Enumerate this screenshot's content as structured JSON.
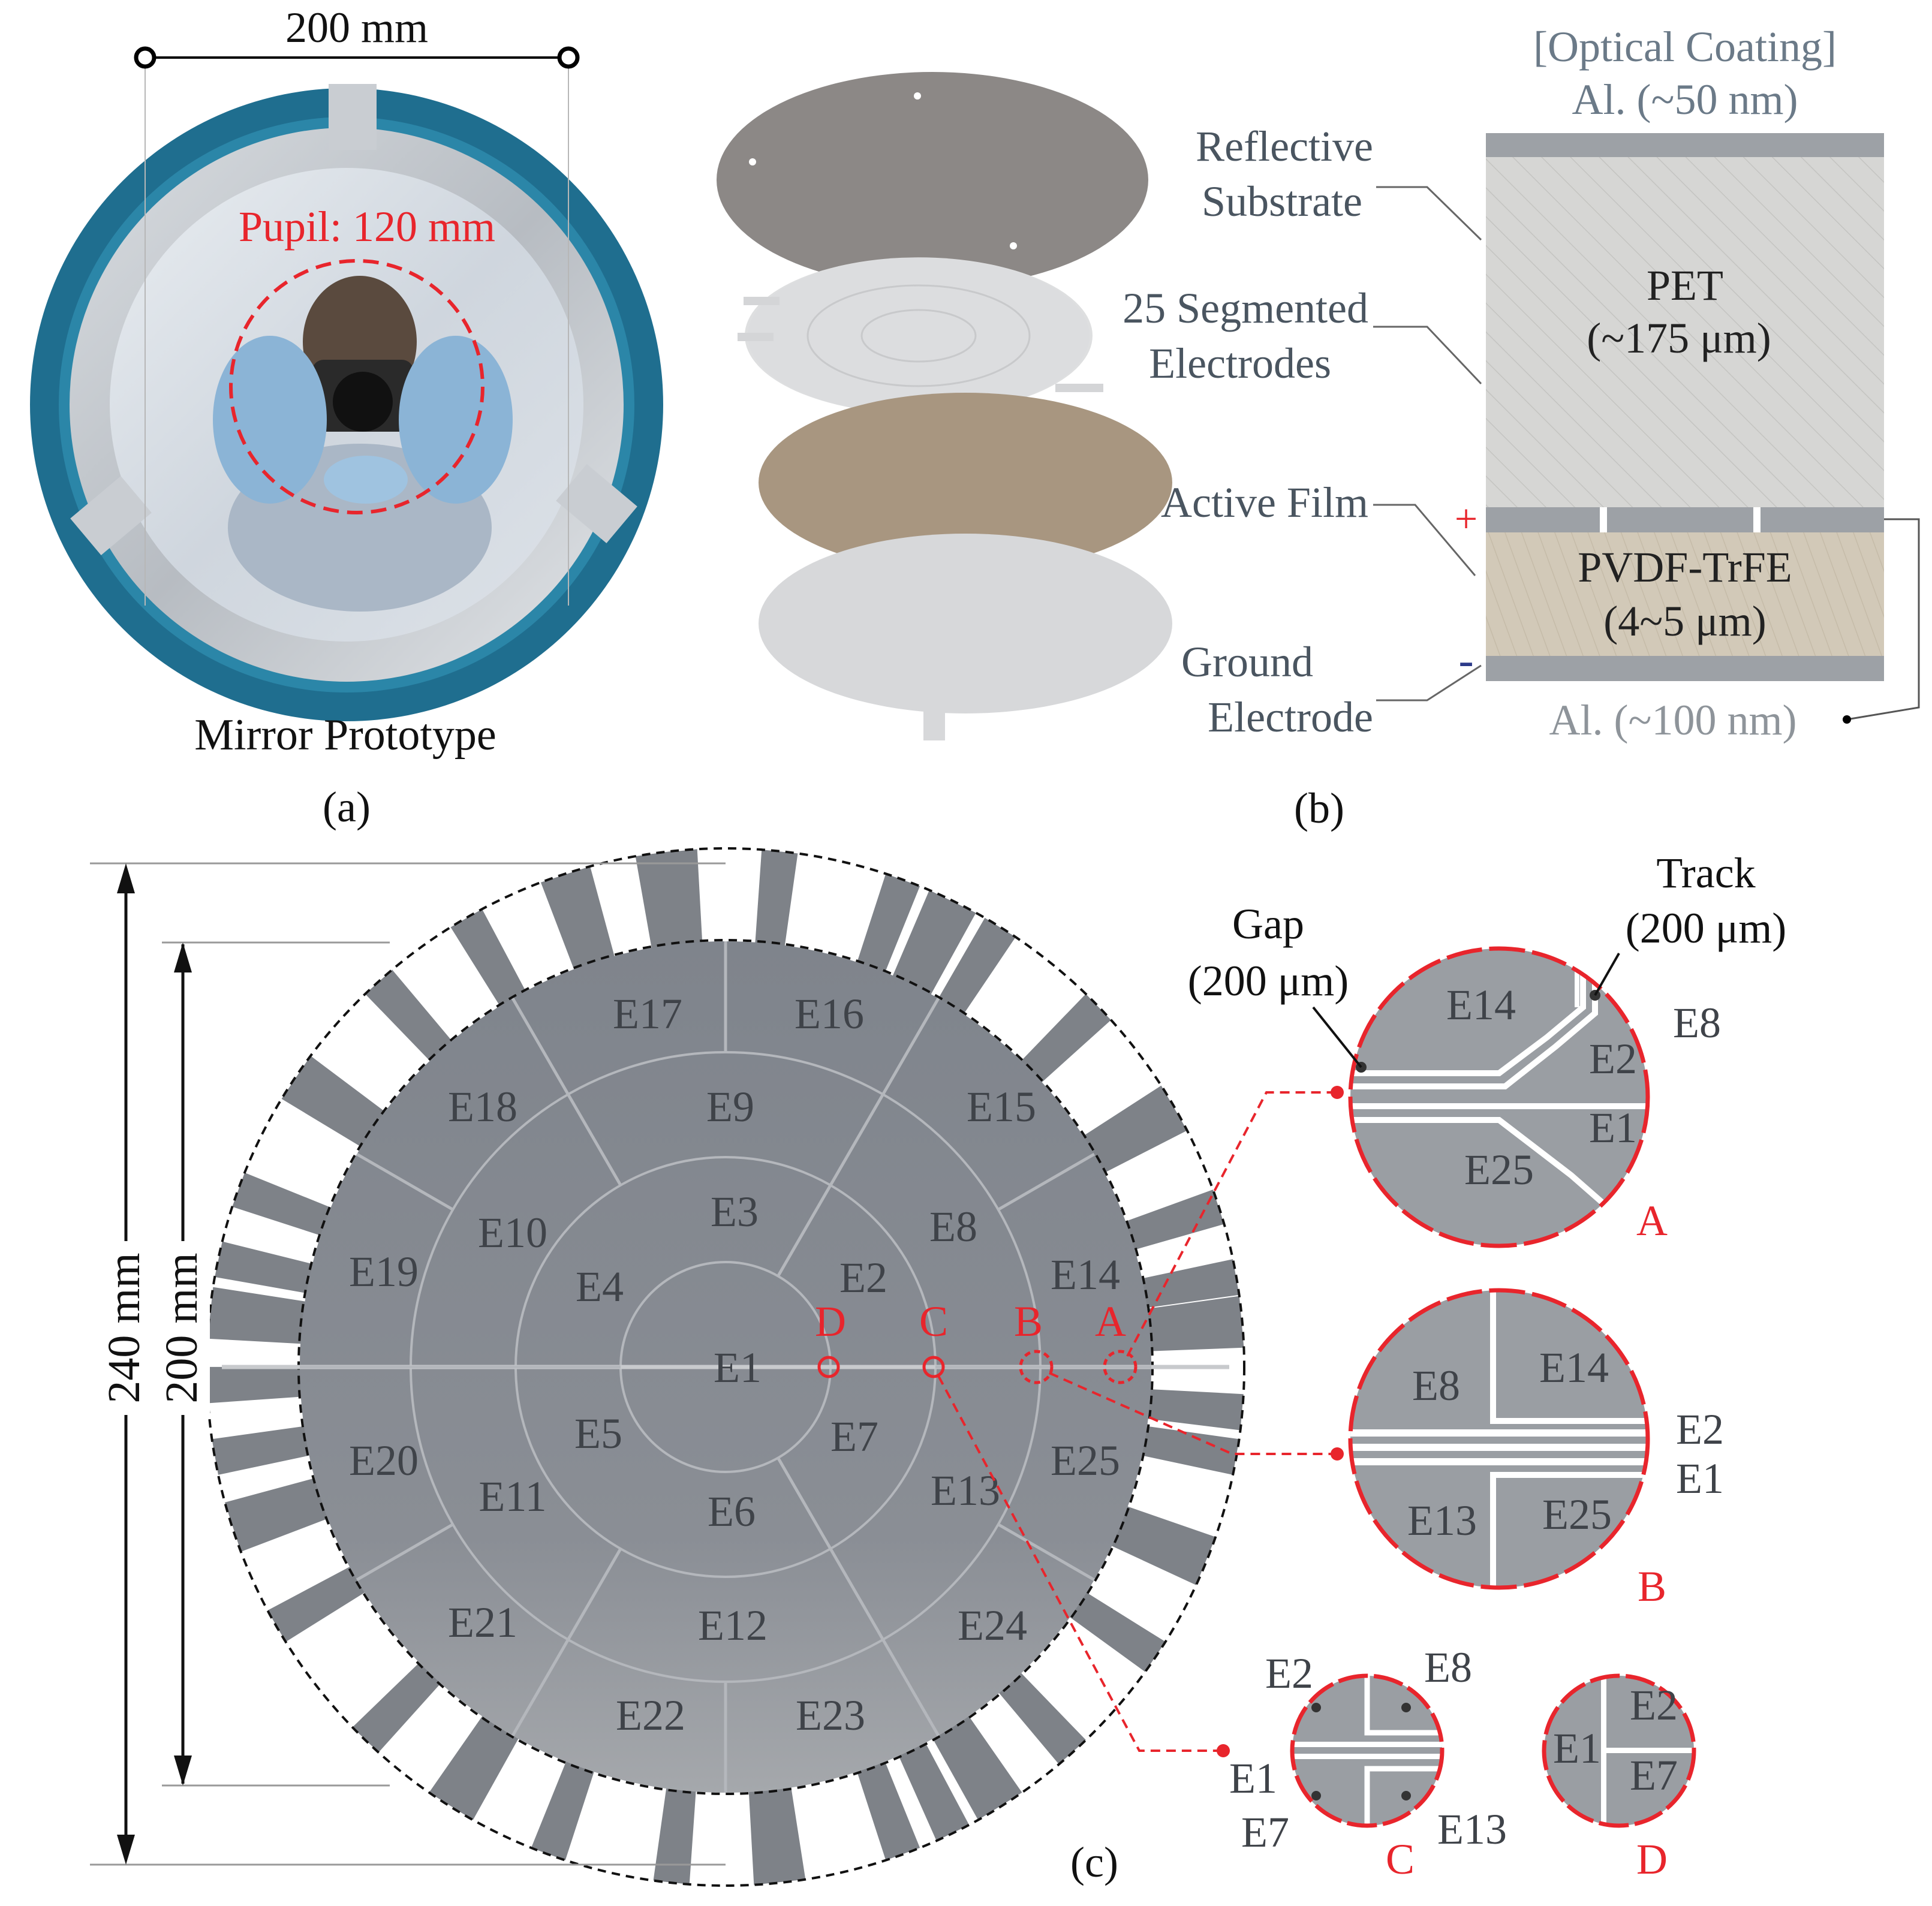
{
  "panel_a": {
    "dimension_label": "200 mm",
    "pupil_label": "Pupil: 120 mm",
    "caption": "Mirror Prototype",
    "sublabel": "(a)"
  },
  "panel_b": {
    "optical_coating": "[Optical Coating]",
    "al_top": "Al. (~50 nm)",
    "reflective_line1": "Reflective",
    "reflective_line2": "Substrate",
    "segmented_line1": "25 Segmented",
    "segmented_line2": "Electrodes",
    "active_film": "Active Film",
    "ground_line1": "Ground",
    "ground_line2": "Electrode",
    "pet_name": "PET",
    "pet_thickness": "(~175 μm)",
    "pvdf_name": "PVDF-TrFE",
    "pvdf_thickness": "(4~5 μm)",
    "al_bottom": "Al. (~100 nm)",
    "plus_sign": "+",
    "minus_sign": "-",
    "sublabel": "(b)"
  },
  "panel_c": {
    "dim_outer": "240 mm",
    "dim_inner": "200 mm",
    "sublabel": "(c)",
    "electrodes": {
      "E1": "E1",
      "E2": "E2",
      "E3": "E3",
      "E4": "E4",
      "E5": "E5",
      "E6": "E6",
      "E7": "E7",
      "E8": "E8",
      "E9": "E9",
      "E10": "E10",
      "E11": "E11",
      "E12": "E12",
      "E13": "E13",
      "E14": "E14",
      "E15": "E15",
      "E16": "E16",
      "E17": "E17",
      "E18": "E18",
      "E19": "E19",
      "E20": "E20",
      "E21": "E21",
      "E22": "E22",
      "E23": "E23",
      "E24": "E24",
      "E25": "E25"
    },
    "markers": {
      "A": "A",
      "B": "B",
      "C": "C",
      "D": "D"
    },
    "track_label": "Track",
    "track_size": "(200 μm)",
    "gap_label": "Gap",
    "gap_size": "(200 μm)",
    "accent_color": "#e8252c",
    "electrode_color": "#8c9096"
  }
}
